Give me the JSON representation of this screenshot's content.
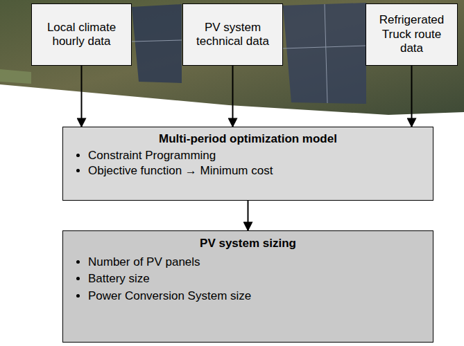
{
  "diagram": {
    "nodes": [
      {
        "text": [
          "Local climate hourly data"
        ]
      },
      {
        "text": [
          "PV system technical data"
        ]
      },
      {
        "text": [
          "Refrigerated Truck route data"
        ]
      },
      {
        "text": [
          "Multi-period optimization model",
          "Constraint Programming",
          "Objective function → Minimum cost"
        ]
      },
      {
        "text": [
          "PV system sizing",
          "Number of PV panels",
          "Battery size",
          "Power Conversion System size"
        ]
      }
    ],
    "edges": [
      {
        "from": 0,
        "to": 3,
        "arrow": "to"
      },
      {
        "from": 1,
        "to": 3,
        "arrow": "to"
      },
      {
        "from": 2,
        "to": 3,
        "arrow": "to"
      },
      {
        "from": 3,
        "to": 4,
        "arrow": "to"
      }
    ]
  }
}
